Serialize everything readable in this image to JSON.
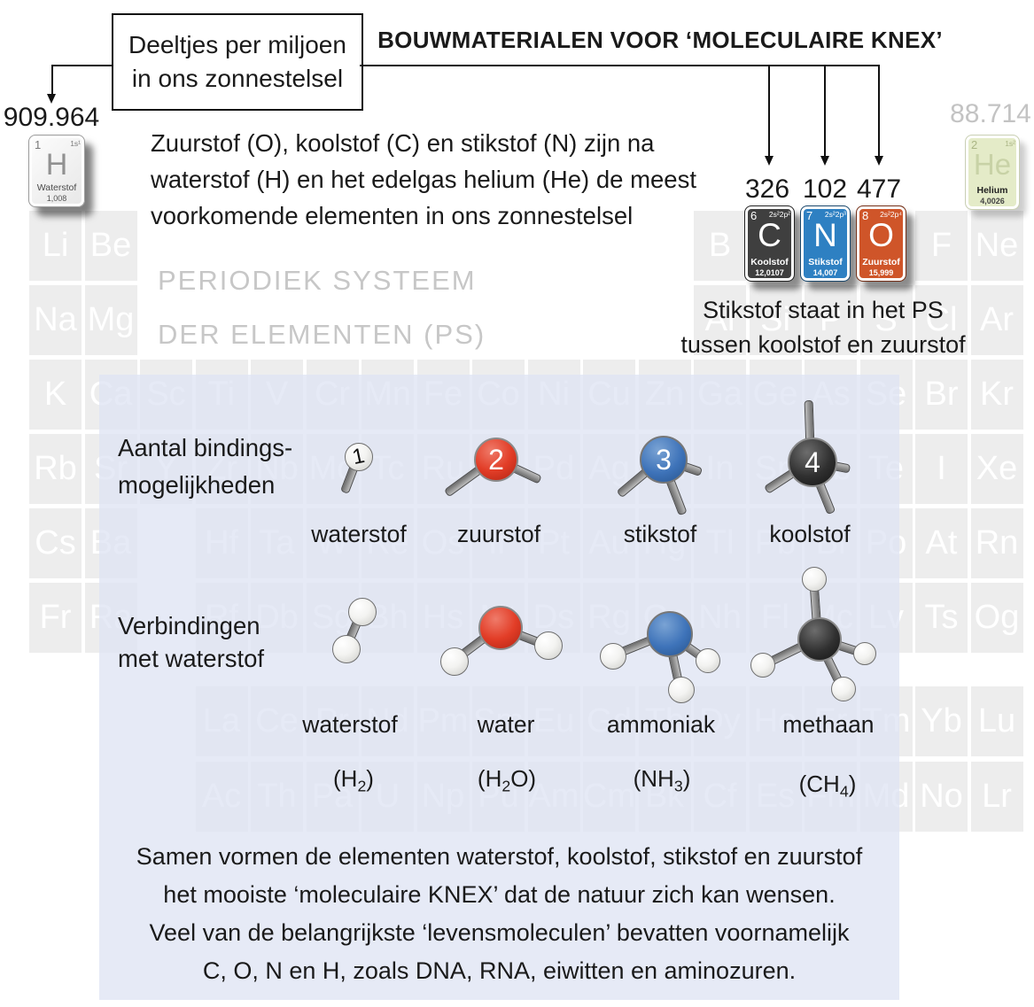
{
  "palette": {
    "ink": "#1a1a1a",
    "cell_gray": "#ededed",
    "cell_text": "#ffffff",
    "panel_blue": "#dfe4f3",
    "watermark_gray": "#c7c7c7",
    "helium_ppm_gray": "#c3c3c3",
    "tile_carbon": "#3f3f3f",
    "tile_nitrogen": "#2e80c2",
    "tile_oxygen": "#cf5529",
    "tile_hydrogen_bg": "#f2f2f2",
    "tile_helium_bg": "#e4ebc8",
    "ball_red": "#e03a28",
    "ball_blue": "#3c72b8",
    "ball_black": "#2e2e2e",
    "ball_white": "#f2f2f0",
    "stick_gray": "#8c8c8c"
  },
  "header": {
    "box_lines": [
      "Deeltjes per miljoen",
      "in ons zonnestelsel"
    ],
    "title": "BOUWMATERIALEN VOOR ‘MOLECULAIRE KNEX’"
  },
  "intro_lines": [
    "Zuurstof (O), koolstof (C) en stikstof (N) zijn na",
    "waterstof (H) en het edelgas helium (He) de meest",
    "voorkomende elementen in ons zonnestelsel"
  ],
  "watermark_lines": [
    "PERIODIEK SYSTEEM",
    "DER ELEMENTEN (PS)"
  ],
  "note_lines": [
    "Stikstof staat in het PS",
    "tussen koolstof en zuurstof"
  ],
  "tiles": {
    "hydrogen": {
      "ppm": "909.964",
      "number": "1",
      "config": "1s¹",
      "symbol": "H",
      "name": "Waterstof",
      "mass": "1,008"
    },
    "helium": {
      "ppm": "88.714",
      "number": "2",
      "config": "1s²",
      "symbol": "He",
      "name": "Helium",
      "mass": "4,0026"
    },
    "carbon": {
      "ppm": "326",
      "number": "6",
      "config": "2s²2p²",
      "symbol": "C",
      "name": "Koolstof",
      "mass": "12,0107"
    },
    "nitrogen": {
      "ppm": "102",
      "number": "7",
      "config": "2s²2p³",
      "symbol": "N",
      "name": "Stikstof",
      "mass": "14,007"
    },
    "oxygen": {
      "ppm": "477",
      "number": "8",
      "config": "2s²2p⁴",
      "symbol": "O",
      "name": "Zuurstof",
      "mass": "15,999"
    }
  },
  "periodic_table": {
    "rows": [
      [
        "Li:1",
        "Be:2",
        "B:13",
        "F:17",
        "Ne:18"
      ],
      [
        "Na:1",
        "Mg:2",
        "Al:13",
        "Si:14",
        "P:15",
        "S:16",
        "Cl:17",
        "Ar:18"
      ],
      [
        "K:1",
        "Ca:2",
        "Sc:3",
        "Ti:4",
        "V:5",
        "Cr:6",
        "Mn:7",
        "Fe:8",
        "Co:9",
        "Ni:10",
        "Cu:11",
        "Zn:12",
        "Ga:13",
        "Ge:14",
        "As:15",
        "Se:16",
        "Br:17",
        "Kr:18"
      ],
      [
        "Rb:1",
        "Sr:2",
        "Y:3",
        "Zr:4",
        "Nb:5",
        "Mo:6",
        "Tc:7",
        "Ru:8",
        "Rh:9",
        "Pd:10",
        "Ag:11",
        "Cd:12",
        "In:13",
        "Sn:14",
        "Sb:15",
        "Te:16",
        "I:17",
        "Xe:18"
      ],
      [
        "Cs:1",
        "Ba:2",
        "Hf:4",
        "Ta:5",
        "W:6",
        "Re:7",
        "Os:8",
        "Ir:9",
        "Pt:10",
        "Au:11",
        "Hg:12",
        "Tl:13",
        "Pb:14",
        "Bi:15",
        "Po:16",
        "At:17",
        "Rn:18"
      ],
      [
        "Fr:1",
        "Ra:2",
        "Rf:4",
        "Db:5",
        "Sg:6",
        "Bh:7",
        "Hs:8",
        "Mt:9",
        "Ds:10",
        "Rg:11",
        "Cn:12",
        "Nh:13",
        "Fl:14",
        "Mc:15",
        "Lv:16",
        "Ts:17",
        "Og:18"
      ],
      [
        "La:4",
        "Ce:5",
        "Pr:6",
        "Nd:7",
        "Pm:8",
        "Sm:9",
        "Eu:10",
        "Gd:11",
        "Tb:12",
        "Dy:13",
        "Ho:14",
        "Er:15",
        "Tm:16",
        "Yb:17",
        "Lu:18"
      ],
      [
        "Ac:4",
        "Th:5",
        "Pa:6",
        "U:7",
        "Np:8",
        "Pu:9",
        "Am:10",
        "Cm:11",
        "Bk:12",
        "Cf:13",
        "Es:14",
        "Fm:15",
        "Md:16",
        "No:17",
        "Lr:18"
      ]
    ]
  },
  "bindings": {
    "label_lines": [
      "Aantal bindings-",
      "mogelijkheden"
    ],
    "items": [
      {
        "number": "1",
        "label": "waterstof"
      },
      {
        "number": "2",
        "label": "zuurstof"
      },
      {
        "number": "3",
        "label": "stikstof"
      },
      {
        "number": "4",
        "label": "koolstof"
      }
    ]
  },
  "compounds": {
    "label_lines": [
      "Verbindingen",
      "met waterstof"
    ],
    "items": [
      {
        "label": "waterstof",
        "formula_pre": "(H",
        "formula_sub": "2",
        "formula_post": ")"
      },
      {
        "label": "water",
        "formula_pre": "(H",
        "formula_sub": "2",
        "formula_post": "O)"
      },
      {
        "label": "ammoniak",
        "formula_pre": "(NH",
        "formula_sub": "3",
        "formula_post": ")"
      },
      {
        "label": "methaan",
        "formula_pre": "(CH",
        "formula_sub": "4",
        "formula_post": ")"
      }
    ]
  },
  "footer_lines": [
    "Samen vormen de elementen waterstof, koolstof, stikstof en zuurstof",
    "het mooiste ‘moleculaire KNEX’ dat de natuur zich kan wensen.",
    "Veel van de belangrijkste ‘levensmoleculen’ bevatten voornamelijk",
    "C, O, N en H, zoals DNA, RNA, eiwitten en aminozuren."
  ]
}
